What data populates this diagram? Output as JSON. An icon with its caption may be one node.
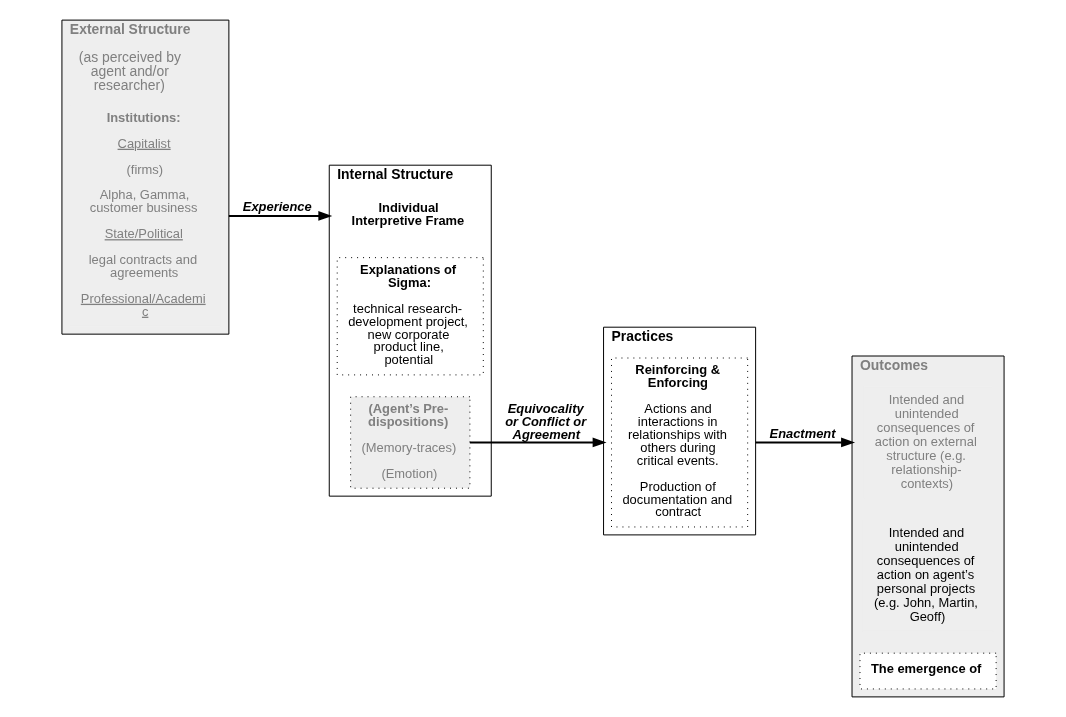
{
  "diagram": {
    "nodes": [
      {
        "text": [
          "External Structure",
          "(as perceived by agent and/or researcher)"
        ]
      },
      {
        "text": [
          "Institutions:",
          "Capitalist",
          "(firms)",
          "Alpha, Gamma, customer business",
          "State/Political",
          "legal contracts and agreements",
          "Professional/Academic"
        ],
        "in": 0
      },
      {
        "text": [
          "Internal Structure"
        ]
      },
      {
        "text": [
          "Individual Interpretive Frame"
        ],
        "in": 2
      },
      {
        "text": [
          "Explanations of Sigma:",
          "technical research-development project, new corporate product line, potential"
        ],
        "in": 2
      },
      {
        "text": [
          "(Agent’s Pre-dispositions)",
          "(Memory-traces)",
          "(Emotion)"
        ],
        "in": 2
      },
      {
        "text": [
          "Practices"
        ]
      },
      {
        "text": [
          "Reinforcing & Enforcing",
          "Actions and interactions in relationships with others during critical events.",
          "Production of documentation and contract"
        ],
        "in": 6
      },
      {
        "text": [
          "Outcomes"
        ]
      },
      {
        "text": [
          "Intended and unintended consequences of action on external structure (e.g. relationship-contexts)"
        ],
        "in": 8
      },
      {
        "text": [
          "Intended and unintended consequences of action on agent’s personal projects (e.g. John, Martin, Geoff)"
        ],
        "in": 8
      },
      {
        "text": [
          "The emergence of"
        ],
        "in": 8
      }
    ],
    "edges": [
      {
        "from": 0,
        "to": 2,
        "arrow": "to",
        "label": "Experience"
      },
      {
        "from": 5,
        "to": 6,
        "arrow": "to",
        "label": "Equivocality or Conflict or Agreement"
      },
      {
        "from": 6,
        "to": 8,
        "arrow": "to",
        "label": "Enactment"
      }
    ]
  }
}
